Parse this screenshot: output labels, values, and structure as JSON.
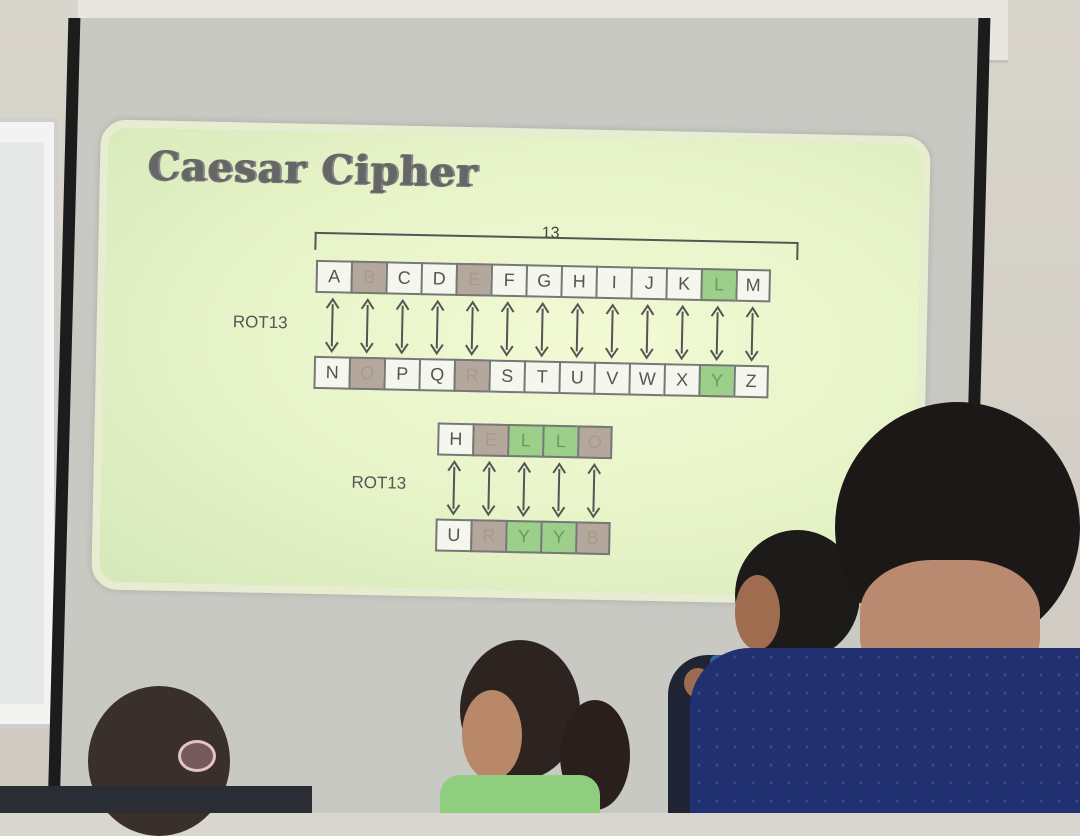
{
  "slide": {
    "title": "Caesar Cipher",
    "shift": "13",
    "rot_label_top": "ROT13",
    "rot_label_bottom": "ROT13",
    "top_row": [
      "A",
      "B",
      "C",
      "D",
      "E",
      "F",
      "G",
      "H",
      "I",
      "J",
      "K",
      "L",
      "M"
    ],
    "top_row_colors": [
      "white",
      "brown",
      "white",
      "white",
      "brown",
      "white",
      "white",
      "white",
      "white",
      "white",
      "white",
      "green",
      "white"
    ],
    "bottom_row": [
      "N",
      "O",
      "P",
      "Q",
      "R",
      "S",
      "T",
      "U",
      "V",
      "W",
      "X",
      "Y",
      "Z"
    ],
    "bottom_row_colors": [
      "white",
      "brown",
      "white",
      "white",
      "brown",
      "white",
      "white",
      "white",
      "white",
      "white",
      "white",
      "green",
      "white"
    ],
    "plain_word": [
      "H",
      "E",
      "L",
      "L",
      "O"
    ],
    "plain_colors": [
      "white",
      "brown",
      "green",
      "green",
      "brown"
    ],
    "cipher_word": [
      "U",
      "R",
      "Y",
      "Y",
      "B"
    ],
    "cipher_colors": [
      "white",
      "brown",
      "green",
      "green",
      "brown"
    ]
  }
}
